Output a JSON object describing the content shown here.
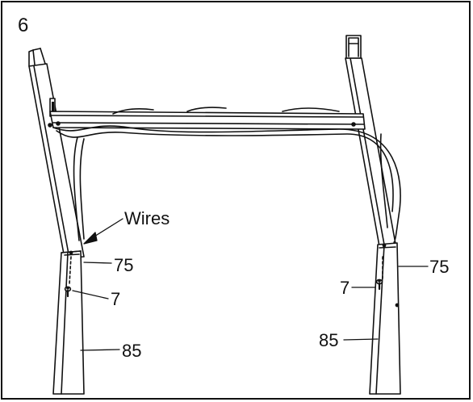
{
  "step": {
    "number": "6"
  },
  "callouts": {
    "wires": "Wires",
    "part_75_left": "75",
    "part_7_left": "7",
    "part_85_left": "85",
    "part_7_right": "7",
    "part_85_right": "85",
    "part_75_right": "75"
  }
}
